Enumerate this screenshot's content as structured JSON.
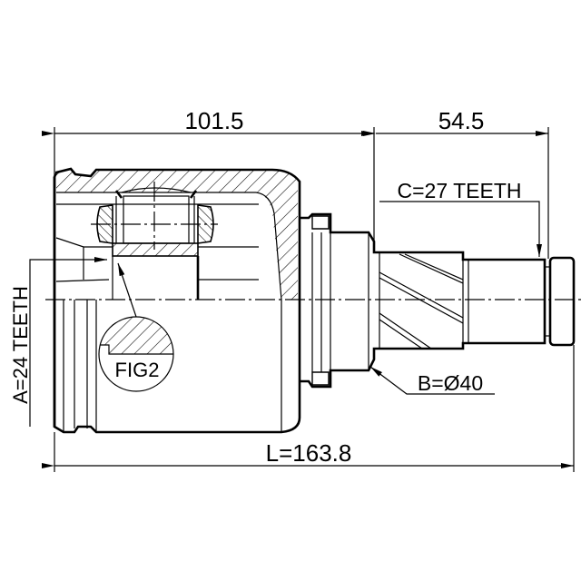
{
  "drawing": {
    "title": "Inner CV joint dimensional drawing",
    "background": "#ffffff",
    "line_color": "#000000",
    "dimensions": {
      "housing_length": "101.5",
      "shaft_length": "54.5",
      "overall_length": "L=163.8"
    },
    "callouts": {
      "outer_spline": "C=27 TEETH",
      "inner_spline": "A=24 TEETH",
      "seal_diameter": "B=Ø40",
      "detail": "FIG2"
    }
  }
}
